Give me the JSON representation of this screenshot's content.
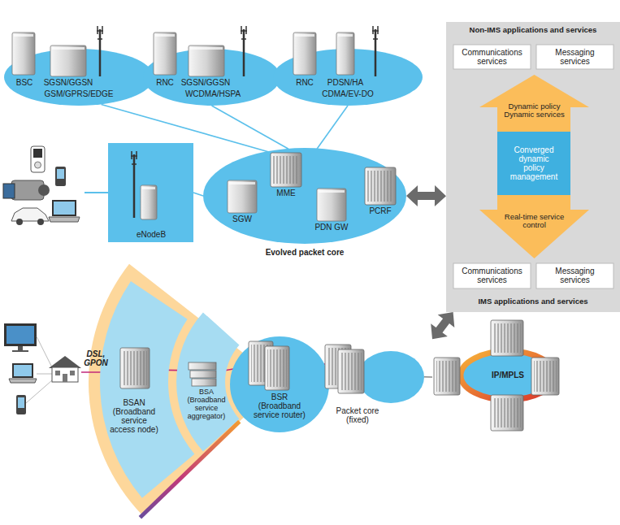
{
  "diagram": {
    "nodes": [
      {
        "text": [
          "BSC",
          "SGSN/GGSN",
          "GSM/GPRS/EDGE"
        ]
      },
      {
        "text": [
          "RNC",
          "SGSN/GGSN",
          "WCDMA/HSPA"
        ]
      },
      {
        "text": [
          "RNC",
          "PDSN/HA",
          "CDMA/EV-DO"
        ]
      },
      {
        "text": [
          "Non-IMS applications and services",
          "IMS applications and services"
        ]
      },
      {
        "text": [
          "Communications services"
        ],
        "in": 3
      },
      {
        "text": [
          "Messaging services"
        ],
        "in": 3
      },
      {
        "text": [
          "Dynamic policy Dynamic services"
        ],
        "in": 3
      },
      {
        "text": [
          "Converged dynamic policy management"
        ],
        "in": 3
      },
      {
        "text": [
          "Real-time service control"
        ],
        "in": 3
      },
      {
        "text": [
          "Communications services"
        ],
        "in": 3
      },
      {
        "text": [
          "Messaging services"
        ],
        "in": 3
      },
      {
        "text": [
          "eNodeB"
        ]
      },
      {
        "text": [
          "SGW",
          "MME",
          "PDN GW",
          "PCRF",
          "Evolved packet core"
        ]
      },
      {
        "text": [
          "BSAN (Broadband service access node)"
        ]
      },
      {
        "text": [
          "BSA (Broadband service aggregator)"
        ]
      },
      {
        "text": [
          "BSR (Broadband service router)"
        ]
      },
      {
        "text": [
          "Packet core (fixed)"
        ]
      },
      {
        "text": [
          "IP/MPLS"
        ]
      }
    ],
    "edges": [
      {
        "from": 0,
        "to": 12,
        "arrow": "none"
      },
      {
        "from": 1,
        "to": 12,
        "arrow": "none"
      },
      {
        "from": 2,
        "to": 12,
        "arrow": "none"
      },
      {
        "from": 11,
        "to": 12,
        "arrow": "none"
      },
      {
        "from": 12,
        "to": 3,
        "arrow": "both"
      },
      {
        "from": 13,
        "to": 14,
        "arrow": "none"
      },
      {
        "from": 14,
        "to": 15,
        "arrow": "none"
      },
      {
        "from": 15,
        "to": 16,
        "arrow": "none"
      },
      {
        "from": 16,
        "to": 17,
        "arrow": "none"
      },
      {
        "from": 17,
        "to": 3,
        "arrow": "both"
      }
    ],
    "labels": [
      "DSL, GPON"
    ]
  }
}
